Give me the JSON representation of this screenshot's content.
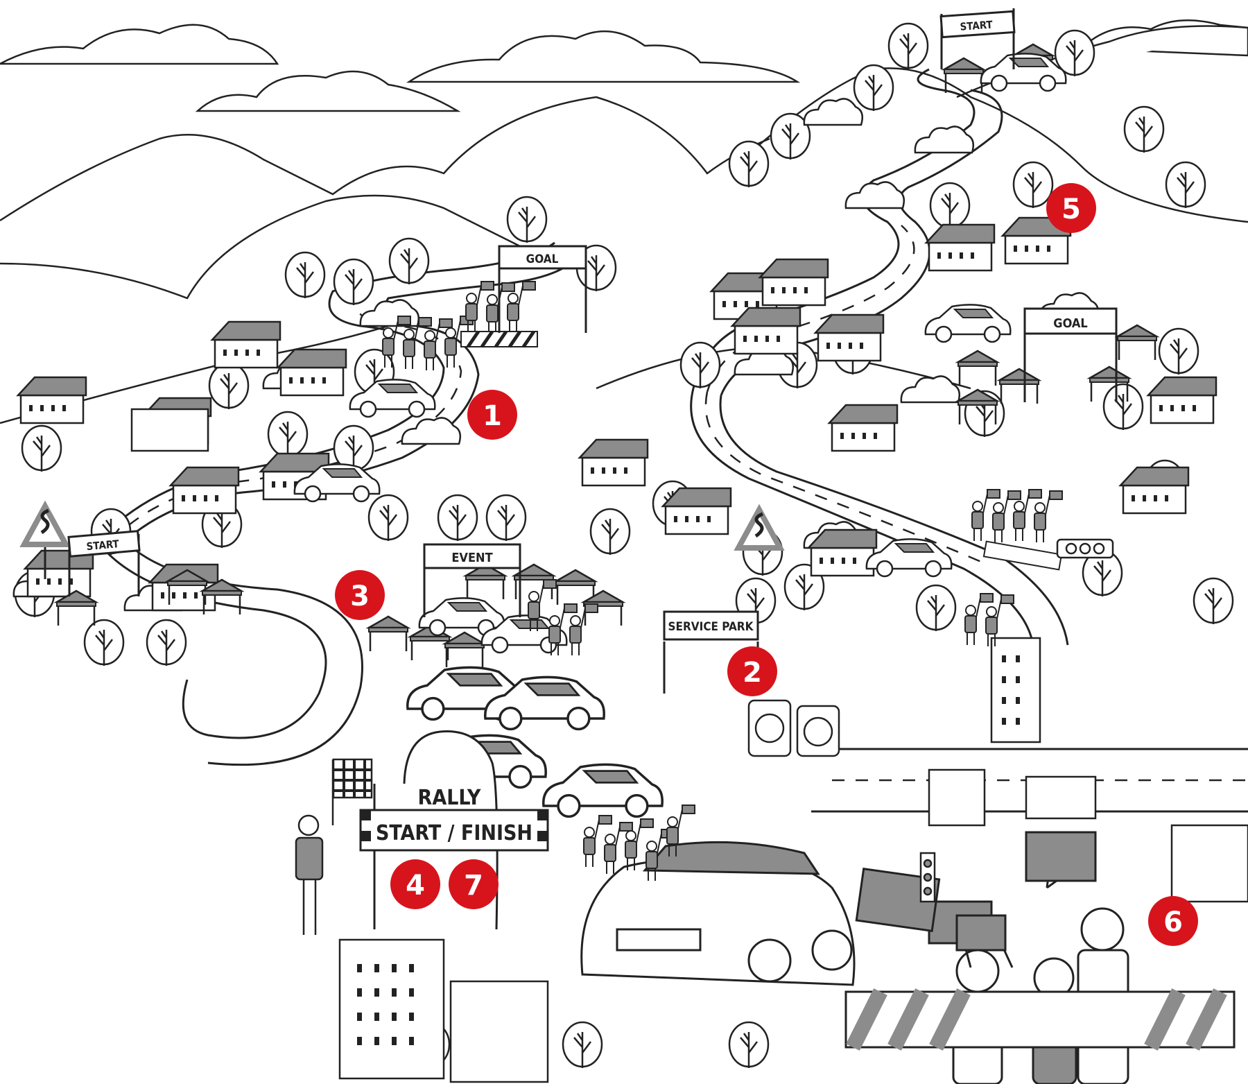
{
  "signs": {
    "goal_left": "GOAL",
    "goal_right": "GOAL",
    "start_left": "START",
    "start_top": "START",
    "event": "EVENT",
    "service_park": "SERVICE PARK",
    "rally_line1": "RALLY",
    "rally_line2": "START / FINISH"
  },
  "markers": [
    {
      "id": "1",
      "label": "1"
    },
    {
      "id": "2",
      "label": "2"
    },
    {
      "id": "3",
      "label": "3"
    },
    {
      "id": "4",
      "label": "4"
    },
    {
      "id": "5",
      "label": "5"
    },
    {
      "id": "6",
      "label": "6"
    },
    {
      "id": "7",
      "label": "7"
    }
  ],
  "colors": {
    "marker_red": "#d7141c",
    "roof_gray": "#8c8c8c",
    "line": "#222222",
    "fill_light": "#f2f2f2"
  }
}
